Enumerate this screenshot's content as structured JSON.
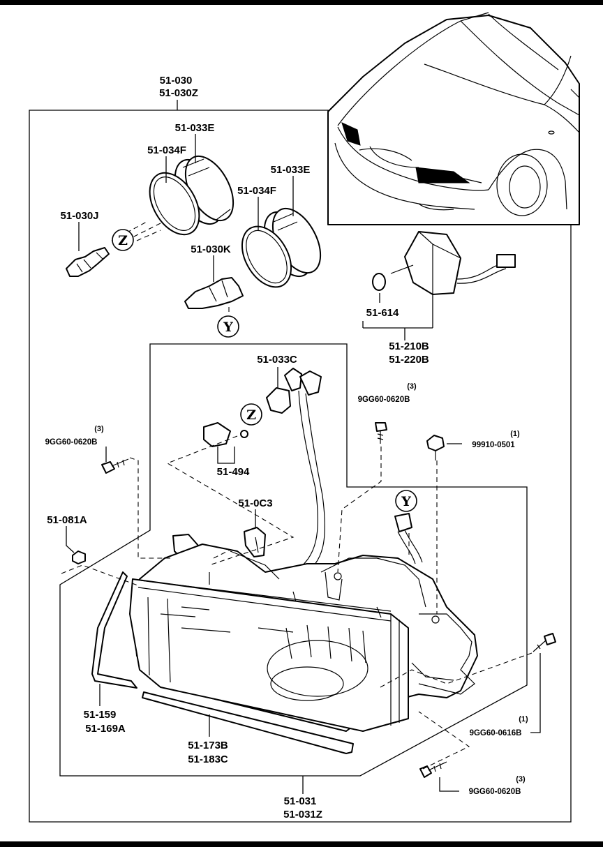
{
  "labels": {
    "assy_top_1": "51-030",
    "assy_top_2": "51-030Z",
    "ring_upper": "51-033E",
    "seal_upper": "51-034F",
    "ring_lower": "51-033E",
    "seal_lower": "51-034F",
    "bulb_j": "51-030J",
    "bulb_k": "51-030K",
    "oring": "51-614",
    "leveler_1": "51-210B",
    "leveler_2": "51-220B",
    "socket_c": "51-033C",
    "bolt_mid_code": "9GG60-0620B",
    "bolt_mid_qty": "(3)",
    "clip_code": "99910-0501",
    "clip_qty": "(1)",
    "bolt_left_code": "9GG60-0620B",
    "bolt_left_qty": "(3)",
    "socket_494": "51-494",
    "part_0c3": "51-0C3",
    "nut_081a": "51-081A",
    "trim_1": "51-159",
    "trim_2": "51-169A",
    "strip_1": "51-173B",
    "strip_2": "51-183C",
    "bolt_right_qty": "(1)",
    "bolt_right_code": "9GG60-0616B",
    "bolt_bottom_qty": "(3)",
    "bolt_bottom_code": "9GG60-0620B",
    "assy_bottom_1": "51-031",
    "assy_bottom_2": "51-031Z"
  },
  "callouts": {
    "z_upper": "Z",
    "z_lower": "Z",
    "y_upper": "Y",
    "y_lower": "Y"
  }
}
